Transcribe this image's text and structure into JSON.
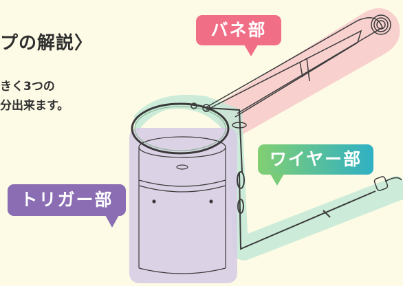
{
  "heading": "プの解説〉",
  "description": {
    "line1": "きく3つの",
    "line2": "分出来ます。"
  },
  "labels": {
    "spring": "バネ部",
    "wire": "ワイヤー部",
    "trigger": "トリガー部"
  },
  "colors": {
    "background": "#fdfbe6",
    "spring_label": "#f06f86",
    "spring_highlight": "#f7c9ca",
    "wire_label_start": "#82cf72",
    "wire_label_end": "#2fb0c4",
    "wire_highlight": "#bfe8d6",
    "trigger_label": "#8a6db3",
    "trigger_highlight": "#d8cde6",
    "line": "#3a3a3a"
  }
}
